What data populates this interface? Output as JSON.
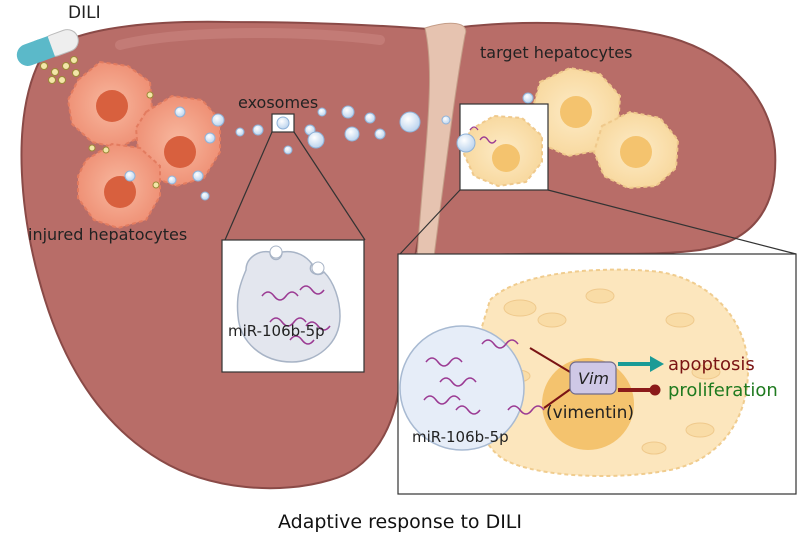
{
  "labels": {
    "dili": "DILI",
    "exosomes": "exosomes",
    "target_hepatocytes": "target hepatocytes",
    "injured_hepatocytes": "injured hepatocytes",
    "mirna_left": "miR-106b-5p",
    "mirna_right": "miR-106b-5p",
    "vim": "Vim",
    "vimentin": "(vimentin)",
    "apoptosis": "apoptosis",
    "proliferation": "proliferation",
    "caption": "Adaptive response to DILI"
  },
  "colors": {
    "liver": "#b86d68",
    "liver_edge": "#8a4a47",
    "ligament": "#e6c3b0",
    "injured_cell": "#f5a58c",
    "injured_nucleus": "#d8603e",
    "target_cell": "#fbe2b4",
    "target_nucleus": "#f4c36e",
    "exosome": "#d9e8f7",
    "mirna": "#9b3a93",
    "arrow_teal": "#1a9b96",
    "arrow_red": "#8b1a1a",
    "apoptosis_text": "#7a1414",
    "proliferation_text": "#1f7a1f",
    "vim_box": "#cfc8e6"
  },
  "icons": {
    "capsule": "capsule-icon",
    "promote_arrow": "arrow-icon",
    "inhibit_arrow": "inhibition-icon"
  }
}
